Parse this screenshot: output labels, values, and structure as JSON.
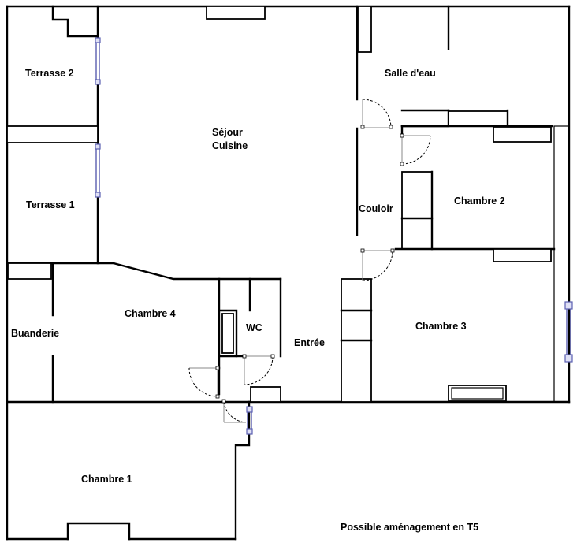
{
  "rooms": {
    "terrasse2": "Terrasse 2",
    "sejour_line1": "Séjour",
    "sejour_line2": "Cuisine",
    "salle_deau": "Salle d'eau",
    "terrasse1": "Terrasse 1",
    "chambre2": "Chambre 2",
    "couloir": "Couloir",
    "chambre4": "Chambre 4",
    "buanderie": "Buanderie",
    "wc": "WC",
    "entree": "Entrée",
    "chambre3": "Chambre 3",
    "chambre1": "Chambre 1"
  },
  "caption": "Possible aménagement en T5",
  "colors": {
    "wall": "#000000",
    "window": "#5a5fb0",
    "background": "#ffffff"
  }
}
